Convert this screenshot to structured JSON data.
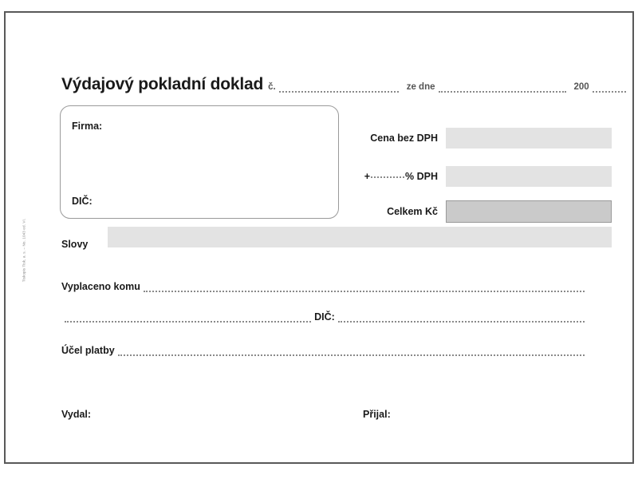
{
  "document": {
    "title": "Výdajový pokladní doklad",
    "header": {
      "number_label": "č.",
      "date_label": "ze dne",
      "year_prefix": "200"
    },
    "party_box": {
      "company_label": "Firma:",
      "vat_id_label": "DIČ:"
    },
    "amounts": [
      {
        "label": "Cena bez DPH",
        "value": "",
        "style": "light"
      },
      {
        "label_before": "+",
        "label_after": "% DPH",
        "value": "",
        "style": "light"
      },
      {
        "label": "Celkem  Kč",
        "value": "",
        "style": "total"
      }
    ],
    "words_row": {
      "label": "Slovy",
      "value": ""
    },
    "lines": [
      {
        "label": "Vyplaceno komu",
        "value": ""
      },
      {
        "label": "DIČ:",
        "value": ""
      },
      {
        "label": "Účel platby",
        "value": ""
      }
    ],
    "signatures": {
      "issued_by": "Vydal:",
      "received_by": "Přijal:"
    },
    "imprint": "Tiskopis Tisk, a. s. – No. 1043 ed. VI."
  },
  "colors": {
    "frame": "#595959",
    "field_light": "#e3e3e3",
    "field_total": "#cacaca",
    "rule": "#8a8a8a",
    "text": "#1a1a1a"
  }
}
